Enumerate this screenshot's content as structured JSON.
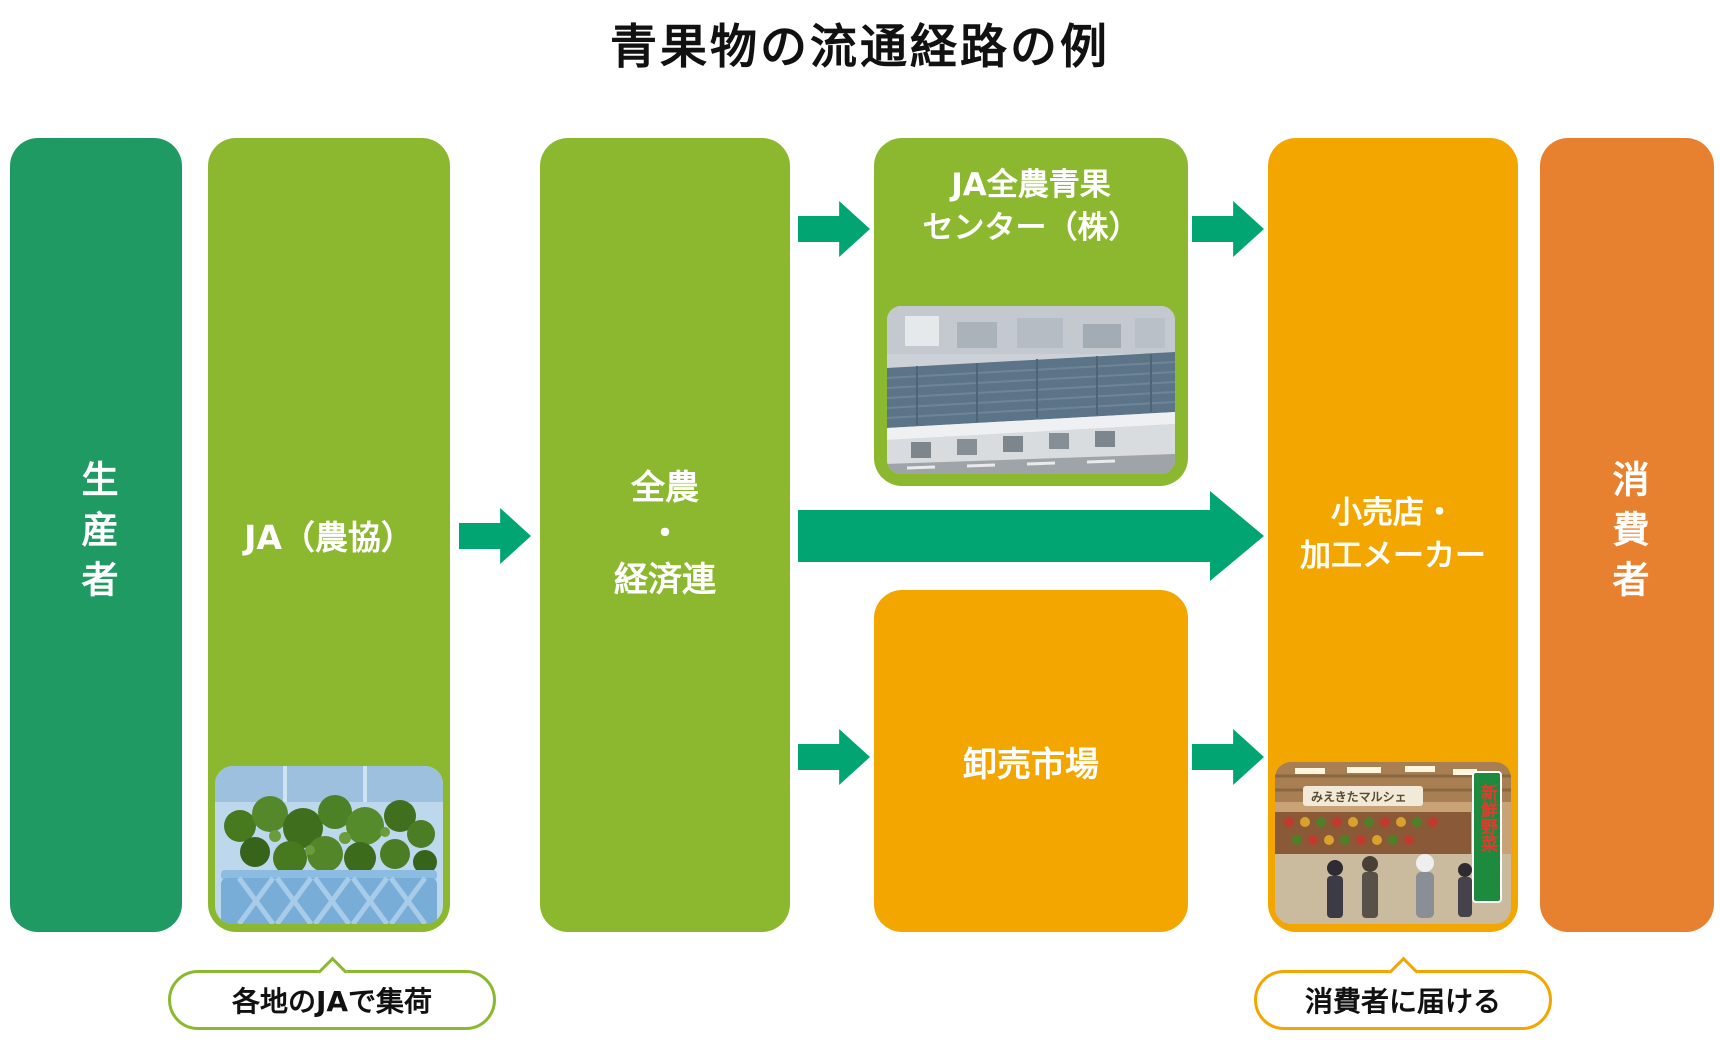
{
  "title": "青果物の流通経路の例",
  "nodes": {
    "producer": {
      "label": "生産者"
    },
    "ja": {
      "label": "JA（農協）"
    },
    "zennoh": {
      "line1": "全農",
      "line2": "・",
      "line3": "経済連"
    },
    "ja_center": {
      "line1": "JA全農青果",
      "line2": "センター（株）"
    },
    "wholesale": {
      "label": "卸売市場"
    },
    "retail": {
      "line1": "小売店・",
      "line2": "加工メーカー"
    },
    "consumer": {
      "label": "消費者"
    }
  },
  "callouts": {
    "ja_collection": "各地のJAで集荷",
    "deliver": "消費者に届ける"
  },
  "photos": {
    "broccoli_alt": "broccoli-in-blue-crates-photo",
    "center_alt": "ja-zennoh-seika-center-building-photo",
    "market_alt": "supermarket-interior-photo",
    "market_sign": "みえきたマルシェ",
    "market_banner": "新鮮野菜"
  },
  "colors": {
    "producer_green": "#1f9a63",
    "ja_green": "#8cb82f",
    "arrow_green": "#00a572",
    "amber": "#f4a600",
    "consumer_orange": "#e8812f"
  }
}
